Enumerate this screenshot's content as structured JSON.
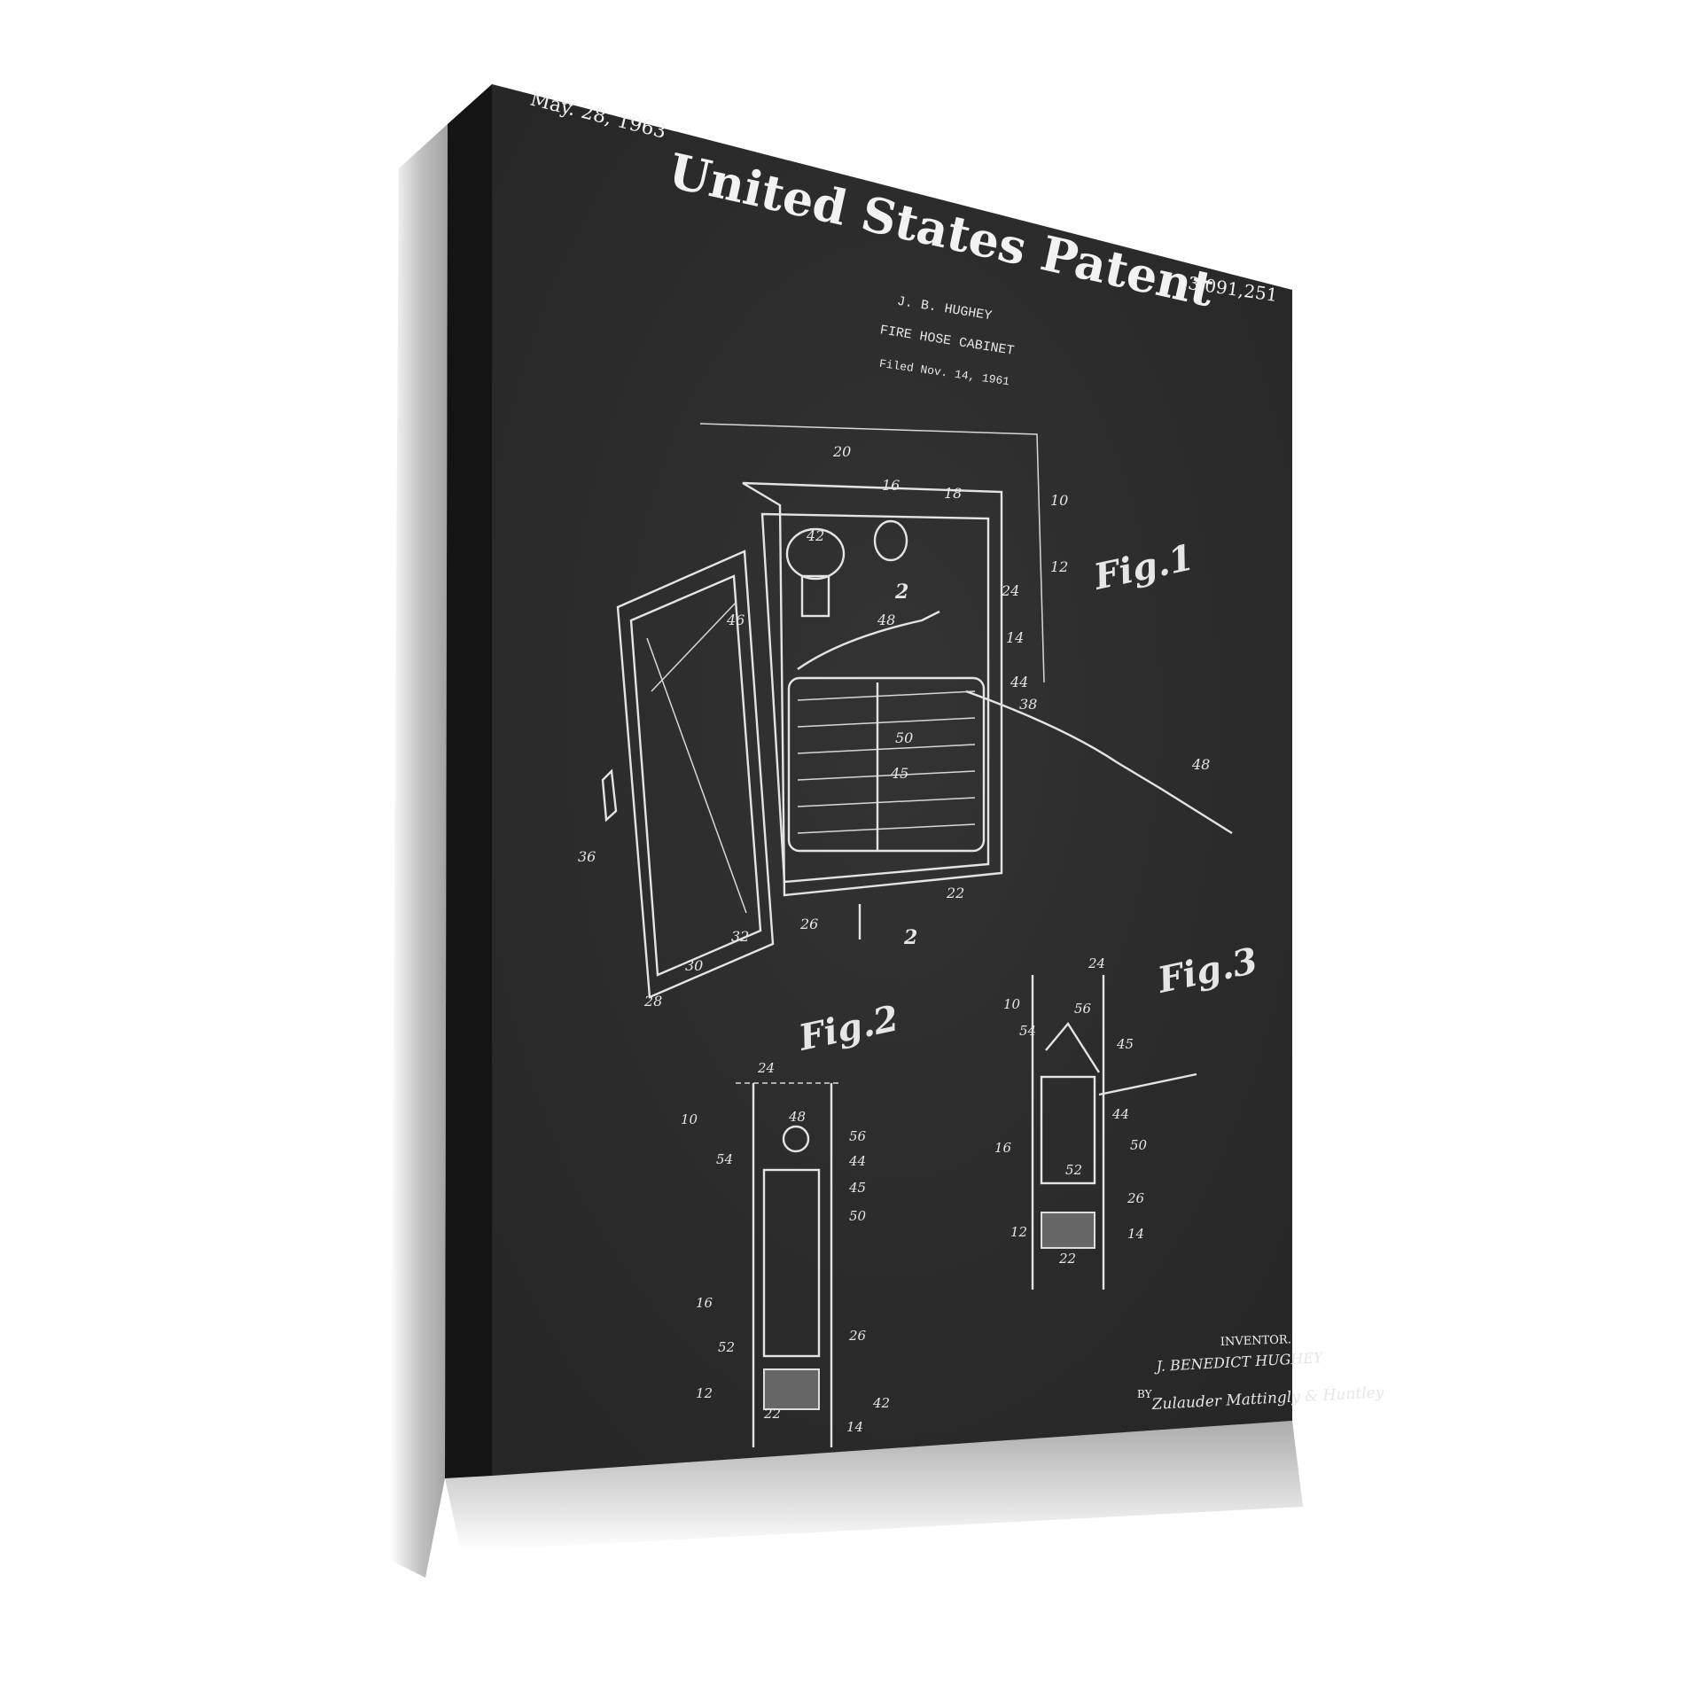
{
  "patent": {
    "date": "May. 28, 1963",
    "title": "United States Patent",
    "number": "3,091,251",
    "inventor_short": "J. B. HUGHEY",
    "invention": "FIRE HOSE CABINET",
    "filed": "Filed Nov. 14, 1961"
  },
  "figures": {
    "fig1": "Fig.1",
    "fig2": "Fig.2",
    "fig3": "Fig.3"
  },
  "reference_numbers": {
    "fig1": [
      "20",
      "16",
      "18",
      "10",
      "42",
      "12",
      "2",
      "24",
      "46",
      "48",
      "14",
      "44",
      "38",
      "50",
      "45",
      "48",
      "36",
      "22",
      "26",
      "32",
      "2",
      "30",
      "28"
    ],
    "fig2": [
      "24",
      "10",
      "48",
      "56",
      "54",
      "44",
      "45",
      "50",
      "16",
      "26",
      "52",
      "12",
      "22",
      "42",
      "14"
    ],
    "fig3": [
      "24",
      "10",
      "56",
      "54",
      "45",
      "44",
      "16",
      "50",
      "52",
      "26",
      "12",
      "14",
      "22"
    ]
  },
  "signature": {
    "inventor_label": "INVENTOR.",
    "inventor_name": "J. BENEDICT HUGHEY",
    "by_label": "BY",
    "attorneys": "Zulauder Mattingly & Huntley"
  },
  "colors": {
    "canvas": "#2c2c2c",
    "edge": "#141414",
    "ink": "#f0f0f0",
    "shadow": "#9a9a9a"
  }
}
